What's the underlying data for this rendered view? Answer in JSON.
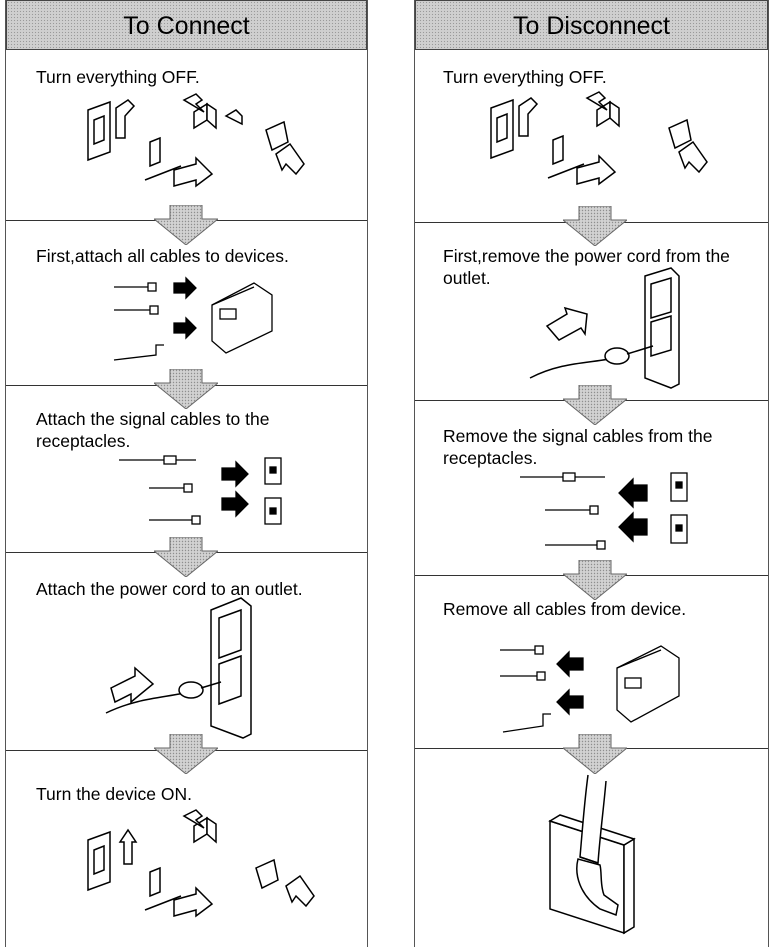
{
  "connect": {
    "title": "To Connect",
    "steps": [
      "Turn everything OFF.",
      "First,attach all cables to devices.",
      "Attach the signal cables to the receptacles.",
      "Attach the power cord to an outlet.",
      "Turn the device ON."
    ]
  },
  "disconnect": {
    "title": "To Disconnect",
    "steps": [
      "Turn everything OFF.",
      "First,remove the power cord from the outlet.",
      "Remove the signal cables from the receptacles.",
      "Remove all cables from device."
    ]
  },
  "colors": {
    "header_bg": "#cfcfcf",
    "arrow_fill": "#b5b5b5",
    "line": "#000000"
  }
}
